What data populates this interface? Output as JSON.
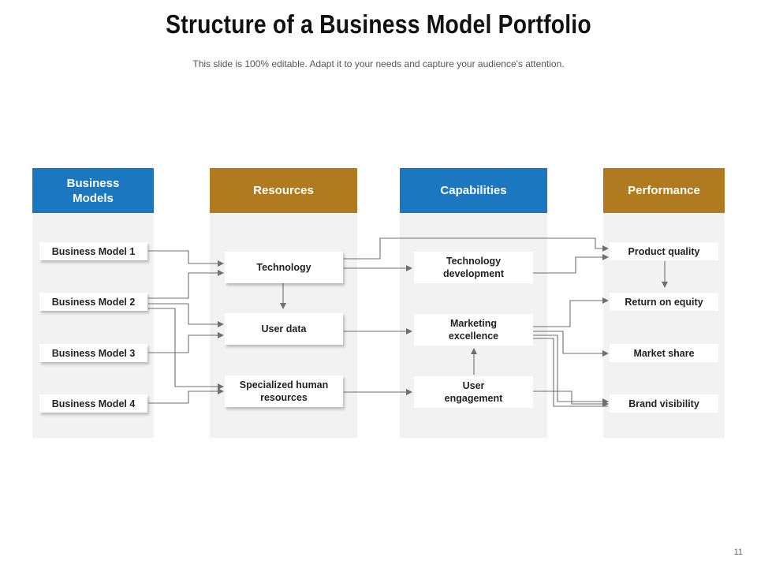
{
  "slide": {
    "title": "Structure of a Business Model Portfolio",
    "subtitle": "This slide is 100% editable. Adapt it to your needs and capture your audience's attention.",
    "page_number": "11"
  },
  "colors": {
    "blue": "#1a77c0",
    "gold": "#b07a1f",
    "panel": "#f2f2f2",
    "connector": "#6f6f6f"
  },
  "columns": {
    "business_models": {
      "header": "Business Models",
      "items": [
        "Business  Model 1",
        "Business  Model 2",
        "Business  Model 3",
        "Business  Model 4"
      ]
    },
    "resources": {
      "header": "Resources",
      "items": [
        "Technology",
        "User data",
        "Specialized human resources"
      ]
    },
    "capabilities": {
      "header": "Capabilities",
      "items": [
        "Technology development",
        "Marketing excellence",
        "User engagement"
      ]
    },
    "performance": {
      "header": "Performance",
      "items": [
        "Product quality",
        "Return on equity",
        "Market share",
        "Brand visibility"
      ]
    }
  }
}
